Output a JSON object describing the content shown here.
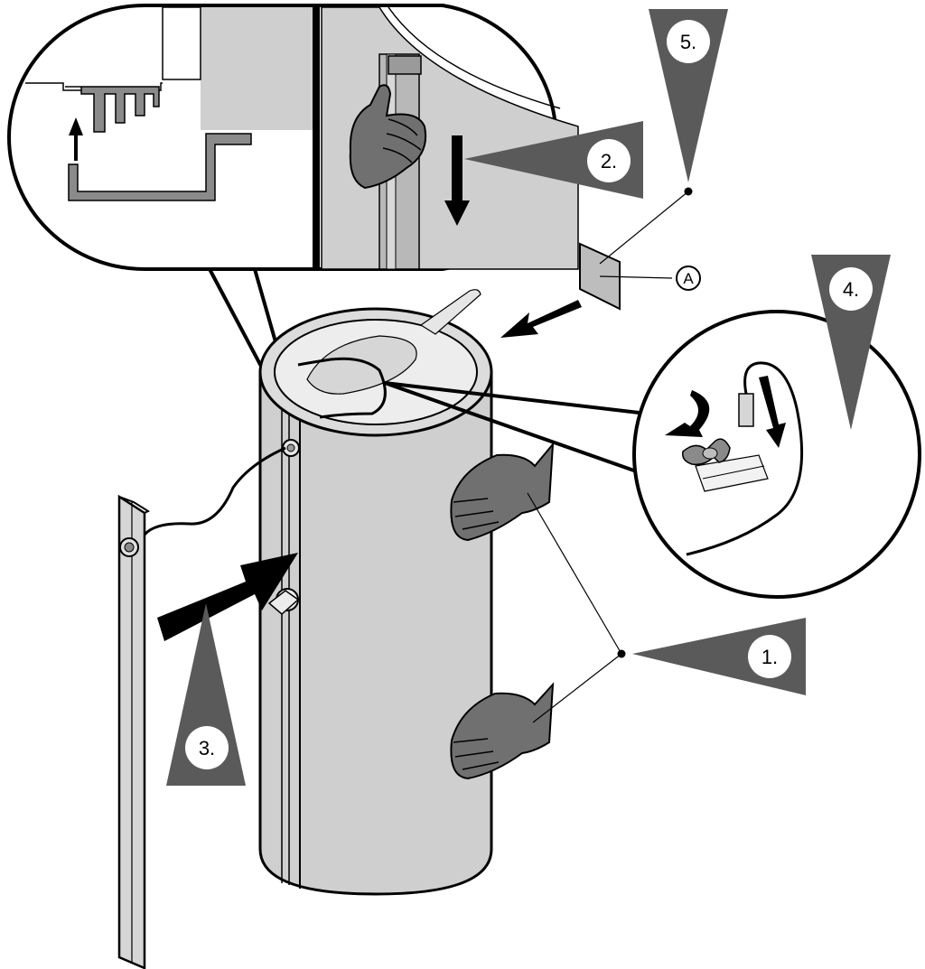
{
  "steps": {
    "step1": "1.",
    "step2": "2.",
    "step3": "3.",
    "step4": "4.",
    "step5": "5."
  },
  "labels": {
    "part_a": "A"
  },
  "colors": {
    "outline": "#000000",
    "cylinder_fill": "#cfcfcf",
    "marker_fill": "#5a5a5a",
    "hand_fill": "#707070",
    "detail_fill": "#bdbdbd",
    "background": "#ffffff"
  }
}
